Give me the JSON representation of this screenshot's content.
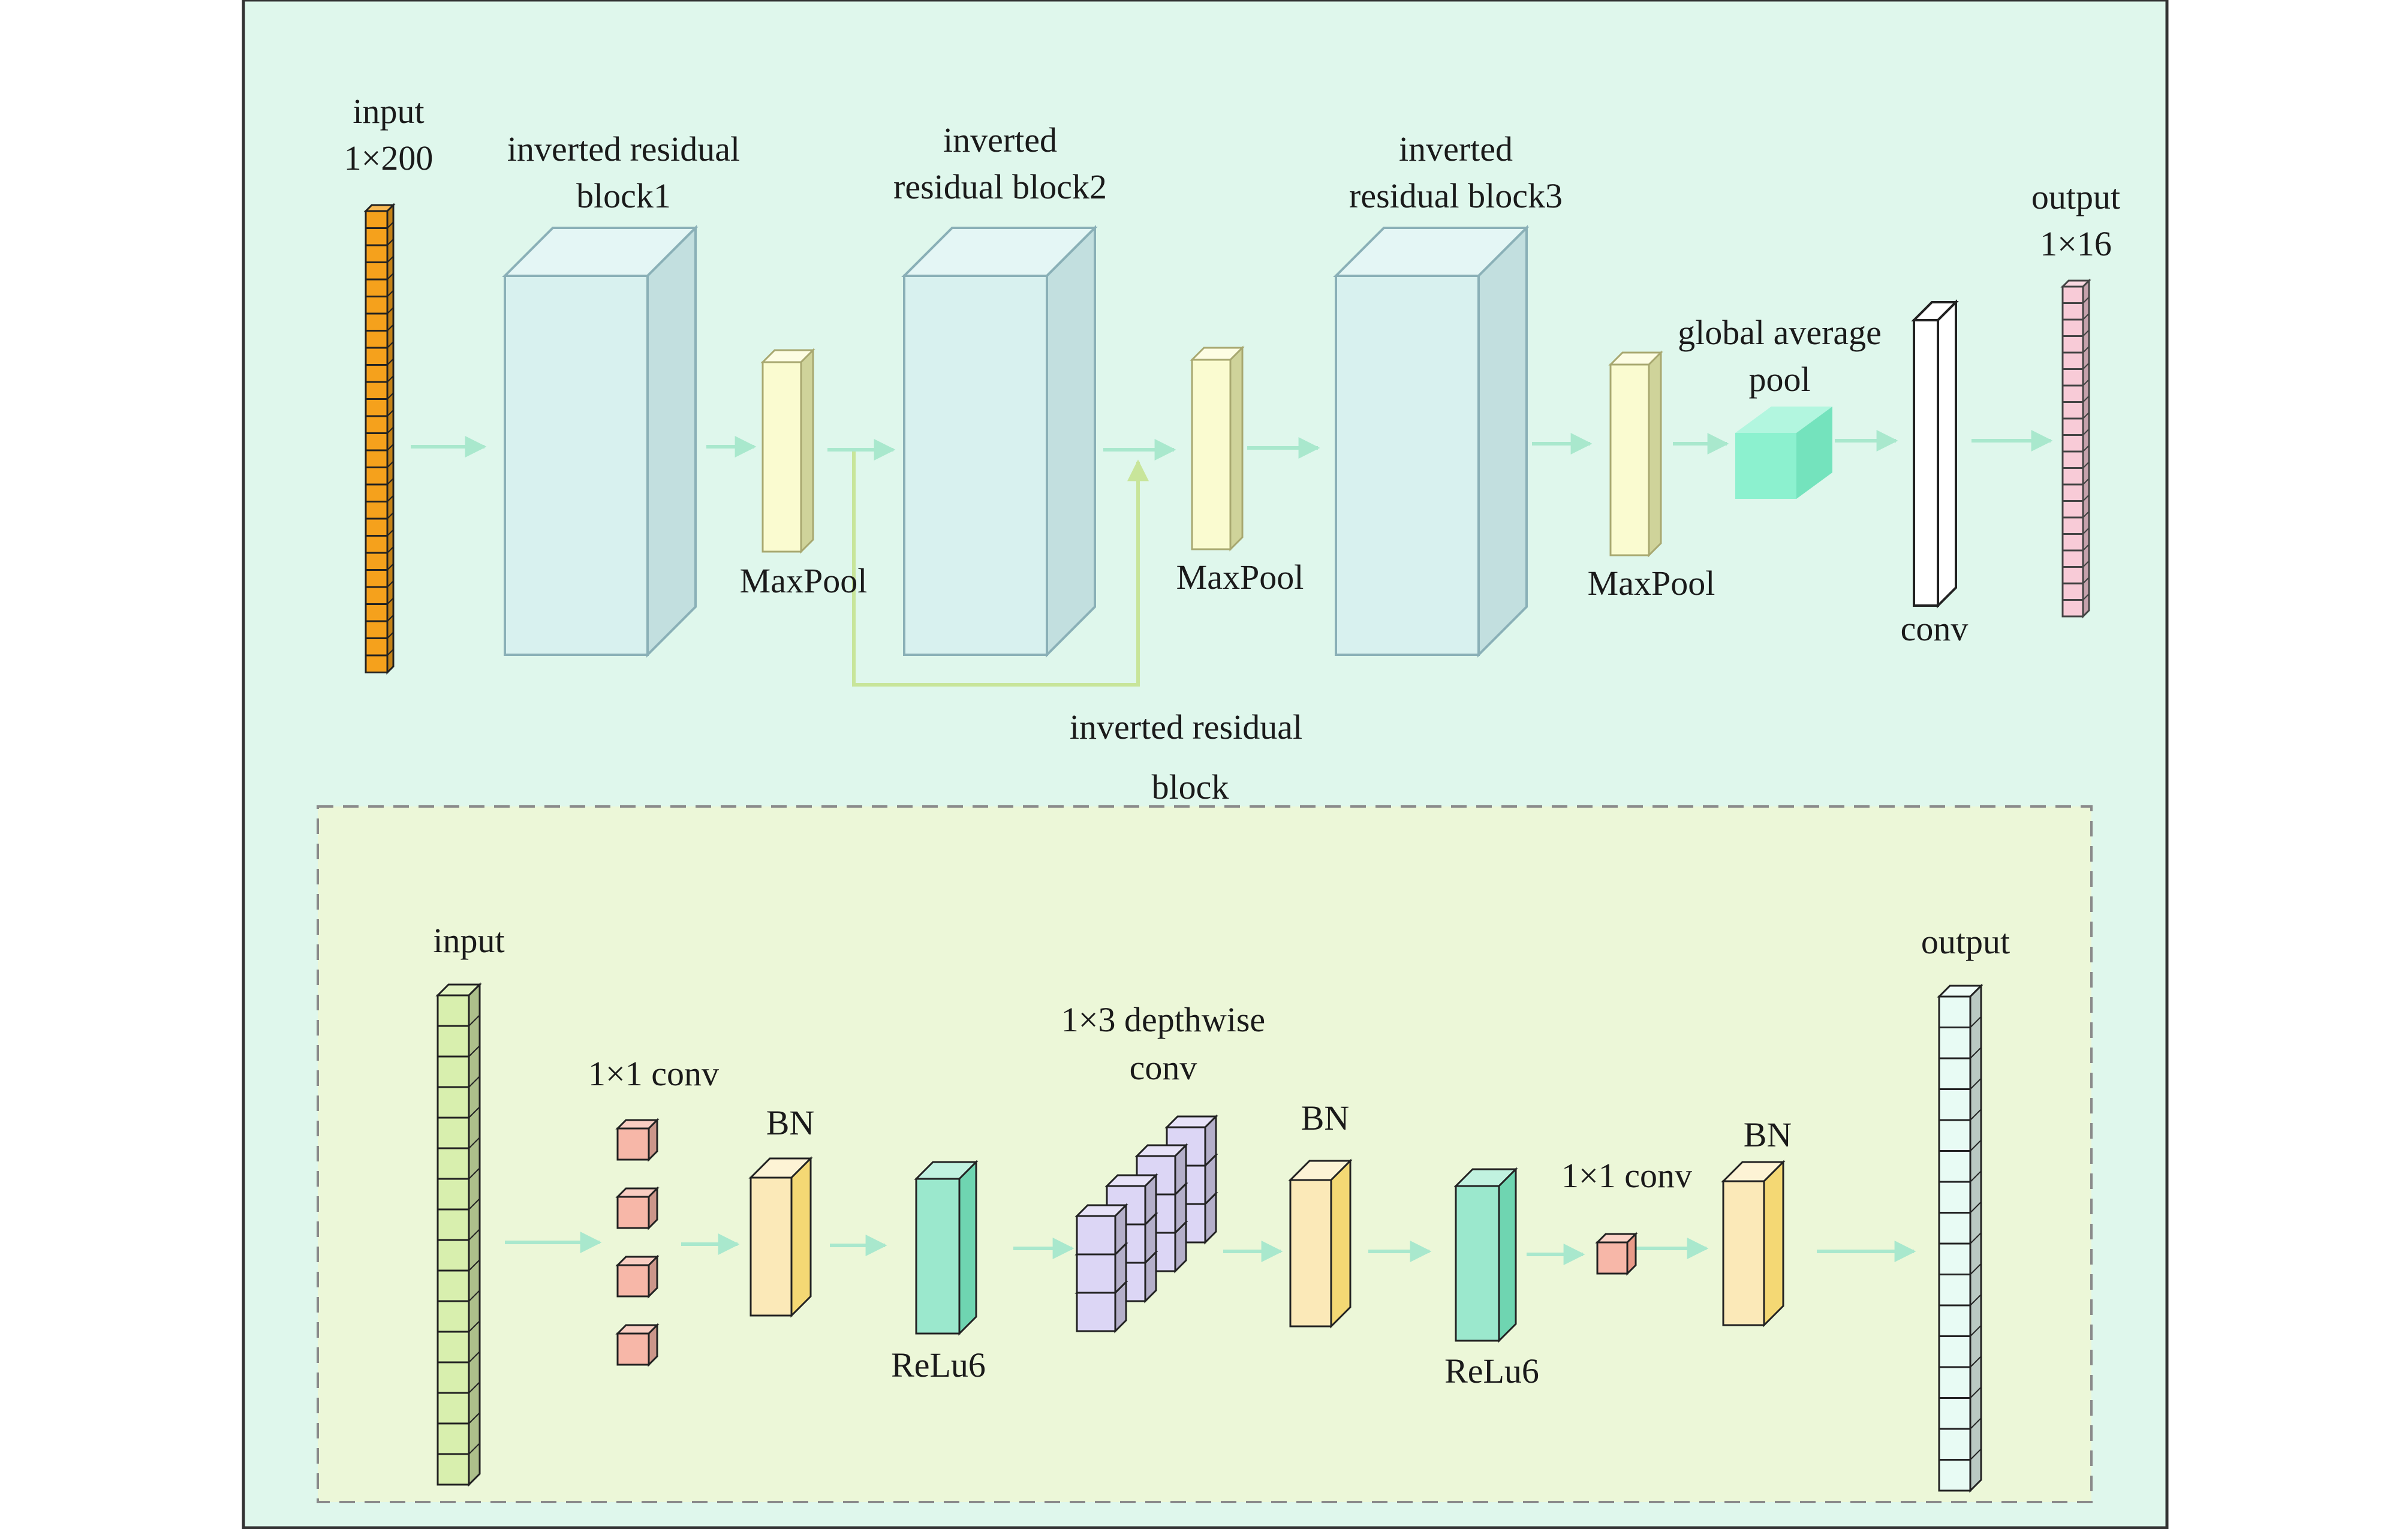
{
  "colors": {
    "outer_panel": "#dff7ec",
    "inner_panel": "#ecf7d8",
    "arrow": "#a9e8cd",
    "skip_line": "#c8e59a",
    "input_cell": "#f5a11c",
    "block_front": "#d8f1ef",
    "block_side": "#c2dfdf",
    "maxpool": "#fafbd0",
    "gap_cube": "#8cf1cf",
    "conv": "#ffffff",
    "output_cell": "#f8cbd7",
    "in_input_cell": "#d8efae",
    "small_conv": "#f7b7a8",
    "bn": "#fbe9b8",
    "relu": "#9be8cd",
    "depthwise": "#dcd6f5",
    "out_cell": "#e8fbf4"
  },
  "top": {
    "input_label": "input",
    "input_shape": "1×200",
    "block1_line1": "inverted residual",
    "block1_line2": "block1",
    "block2_line1": "inverted",
    "block2_line2": "residual block2",
    "block3_line1": "inverted",
    "block3_line2": "residual block3",
    "maxpool1": "MaxPool",
    "maxpool2": "MaxPool",
    "maxpool3": "MaxPool",
    "gap_line1": "global average",
    "gap_line2": "pool",
    "conv": "conv",
    "output_label": "output",
    "output_shape": "1×16",
    "residual_line1": "inverted residual",
    "residual_line2": "block"
  },
  "bottom": {
    "input": "input",
    "conv1": "1×1 conv",
    "bn1": "BN",
    "relu1": "ReLu6",
    "dw_line1": "1×3 depthwise",
    "dw_line2": "conv",
    "bn2": "BN",
    "relu2": "ReLu6",
    "conv2": "1×1 conv",
    "bn3": "BN",
    "output": "output"
  }
}
